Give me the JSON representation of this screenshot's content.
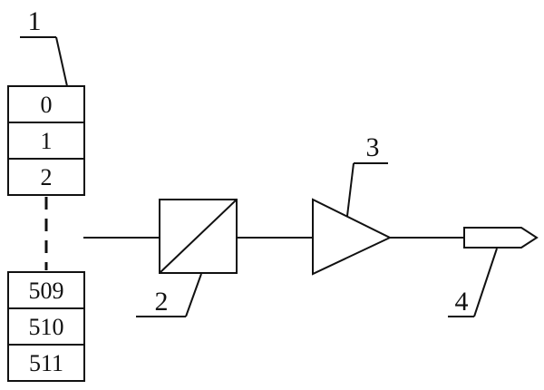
{
  "diagram": {
    "memory_cells_top": [
      "0",
      "1",
      "2"
    ],
    "memory_cells_bottom": [
      "509",
      "510",
      "511"
    ],
    "callouts": {
      "memory_stack": "1",
      "converter": "2",
      "amplifier": "3",
      "output_probe": "4"
    },
    "colors": {
      "stroke": "#111111",
      "background": "#ffffff"
    }
  }
}
